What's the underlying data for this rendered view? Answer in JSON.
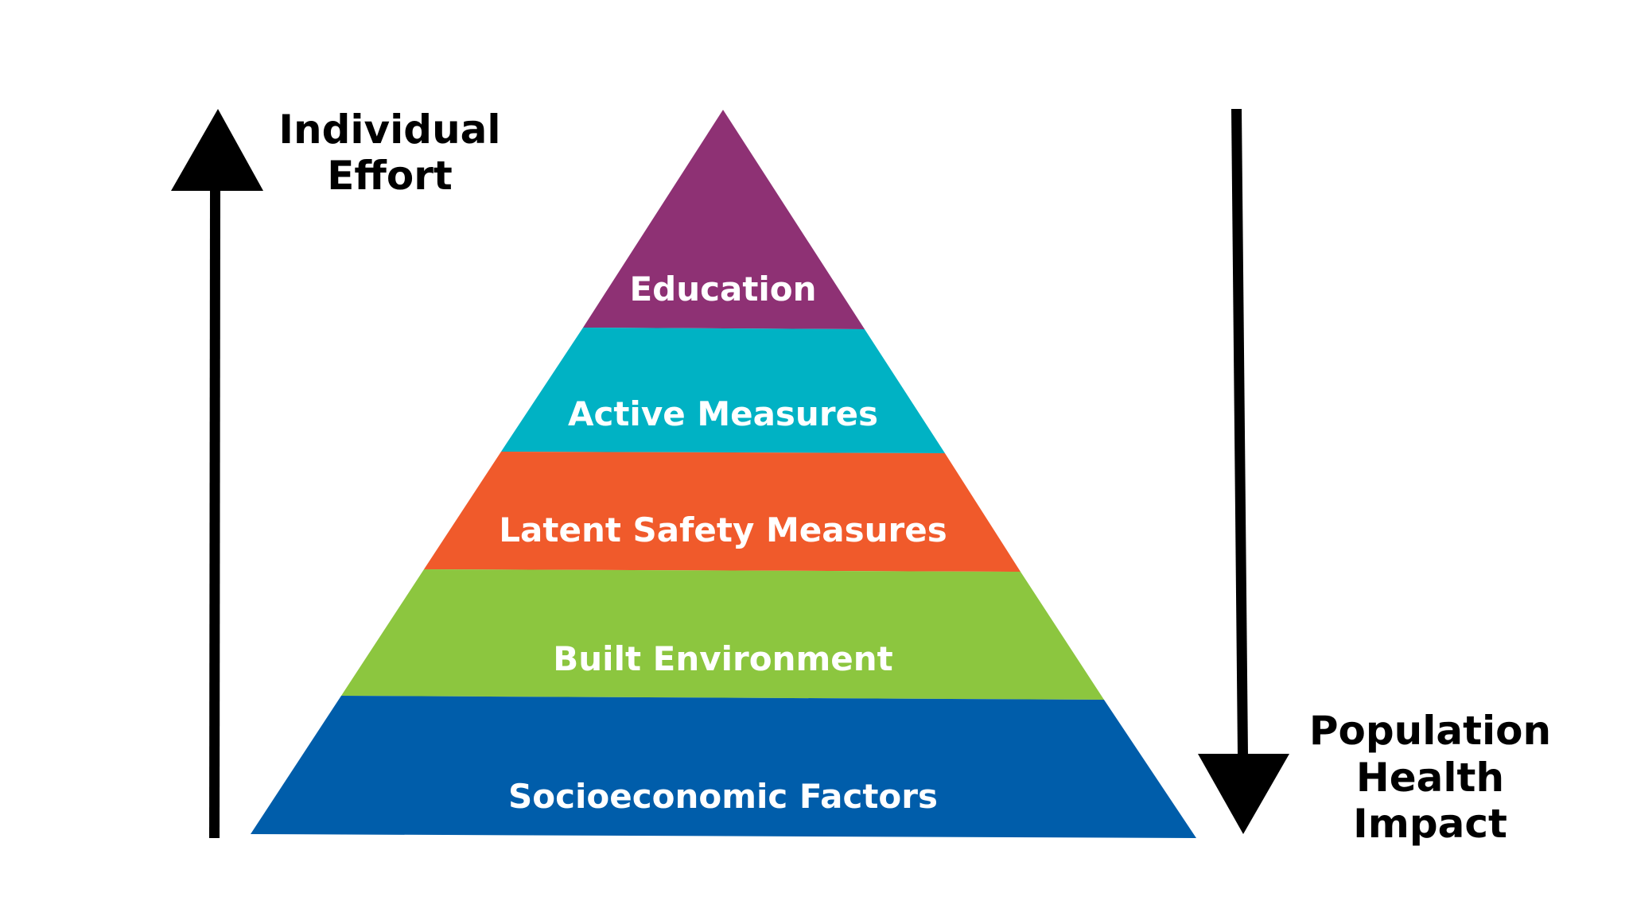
{
  "pyramid": {
    "levels": [
      {
        "label": "Education",
        "color": "#8E3174"
      },
      {
        "label": "Active Measures",
        "color": "#00B2C4"
      },
      {
        "label": "Latent Safety Measures",
        "color": "#F05A2B"
      },
      {
        "label": "Built Environment",
        "color": "#8CC63F"
      },
      {
        "label": "Socioeconomic Factors",
        "color": "#005DAA"
      }
    ]
  },
  "left_axis": {
    "lines": [
      "Individual",
      "Effort"
    ],
    "direction": "up",
    "icon": "arrow-up-icon"
  },
  "right_axis": {
    "lines": [
      "Population",
      "Health",
      "Impact"
    ],
    "direction": "down",
    "icon": "arrow-down-icon"
  }
}
